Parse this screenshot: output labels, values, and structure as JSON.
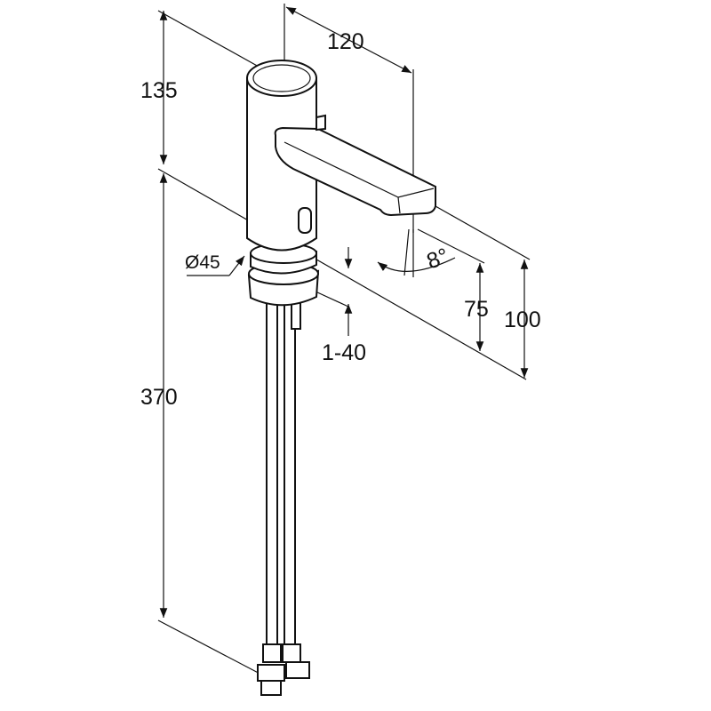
{
  "drawing": {
    "dimensions": {
      "spout_height_top": "135",
      "spout_reach": "120",
      "body_diameter": "Ø45",
      "spray_angle": "8°",
      "spout_clearance": "75",
      "spout_to_base": "100",
      "counter_thickness": "1-40",
      "hose_length": "370"
    }
  }
}
